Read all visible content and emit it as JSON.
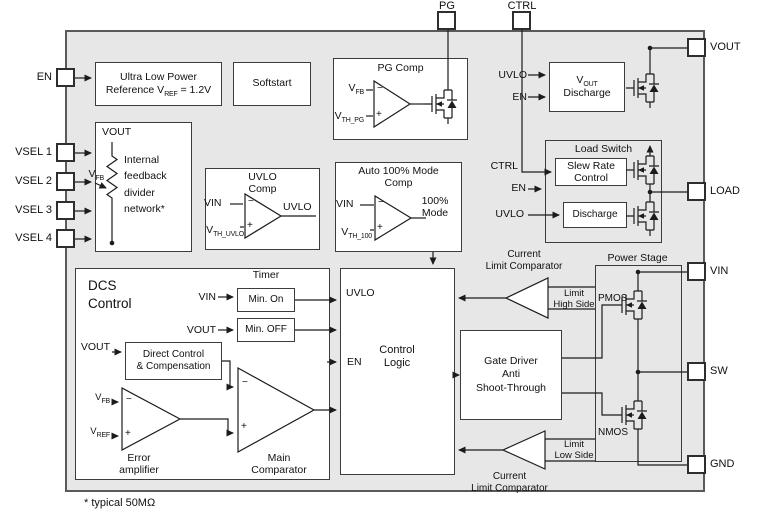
{
  "figure": {
    "footnote": "* typical 50MΩ"
  },
  "pins": {
    "pg": "PG",
    "ctrl": "CTRL",
    "en": "EN",
    "vsel1": "VSEL 1",
    "vsel2": "VSEL 2",
    "vsel3": "VSEL 3",
    "vsel4": "VSEL 4",
    "vout": "VOUT",
    "load": "LOAD",
    "vin": "VIN",
    "sw": "SW",
    "gnd": "GND"
  },
  "reference": {
    "line1": "Ultra Low Power",
    "line2_pre": "Reference V",
    "line2_sub": "REF",
    "line2_post": " = 1.2V"
  },
  "softstart": {
    "label": "Softstart"
  },
  "pg_comp": {
    "title": "PG Comp",
    "neg_pre": "V",
    "neg_sub": "FB",
    "pos_pre": "V",
    "pos_sub": "TH_PG",
    "minus": "−",
    "plus": "+"
  },
  "vout_discharge": {
    "title_pre": "V",
    "title_sub": "OUT",
    "title_line2": "Discharge",
    "in_uvlo": "UVLO",
    "in_en": "EN"
  },
  "load_switch": {
    "title": "Load Switch",
    "slew": "Slew Rate Control",
    "discharge": "Discharge",
    "in_ctrl": "CTRL",
    "in_en": "EN",
    "in_uvlo": "UVLO"
  },
  "feedback": {
    "vout": "VOUT",
    "tap_pre": "V",
    "tap_sub": "FB",
    "desc": "Internal feedback divider network*"
  },
  "uvlo_comp": {
    "title1": "UVLO",
    "title2": "Comp",
    "in_vin": "VIN",
    "out": "UVLO",
    "th_pre": "V",
    "th_sub": "TH_UVLO",
    "minus": "−",
    "plus": "+"
  },
  "auto_comp": {
    "title1": "Auto 100% Mode",
    "title2": "Comp",
    "in_vin": "VIN",
    "out1": "100%",
    "out2": "Mode",
    "th_pre": "V",
    "th_sub": "TH_100",
    "minus": "−",
    "plus": "+"
  },
  "dcs": {
    "title1": "DCS",
    "title2": "Control",
    "timer": "Timer",
    "in_vin": "VIN",
    "in_vout": "VOUT",
    "min_on": "Min. On",
    "min_off": "Min. OFF",
    "direct_in": "VOUT",
    "direct1": "Direct Control",
    "direct2": "& Compensation",
    "ea_neg_pre": "V",
    "ea_neg_sub": "FB",
    "ea_pos_pre": "V",
    "ea_pos_sub": "REF",
    "ea_minus": "−",
    "ea_plus": "+",
    "mc_minus": "−",
    "mc_plus": "+",
    "error1": "Error",
    "error2": "amplifier",
    "main1": "Main",
    "main2": "Comparator"
  },
  "control_logic": {
    "in_uvlo": "UVLO",
    "in_en": "EN",
    "title1": "Control",
    "title2": "Logic"
  },
  "gate_driver": {
    "line1": "Gate Driver",
    "line2": "Anti",
    "line3": "Shoot-Through"
  },
  "power_stage": {
    "title": "Power Stage",
    "pmos": "PMOS",
    "nmos": "NMOS"
  },
  "limit_high": {
    "note1": "Current",
    "note2": "Limit Comparator",
    "label1": "Limit",
    "label2": "High Side"
  },
  "limit_low": {
    "label1": "Limit",
    "label2": "Low Side",
    "note1": "Current",
    "note2": "Limit Comparator"
  }
}
